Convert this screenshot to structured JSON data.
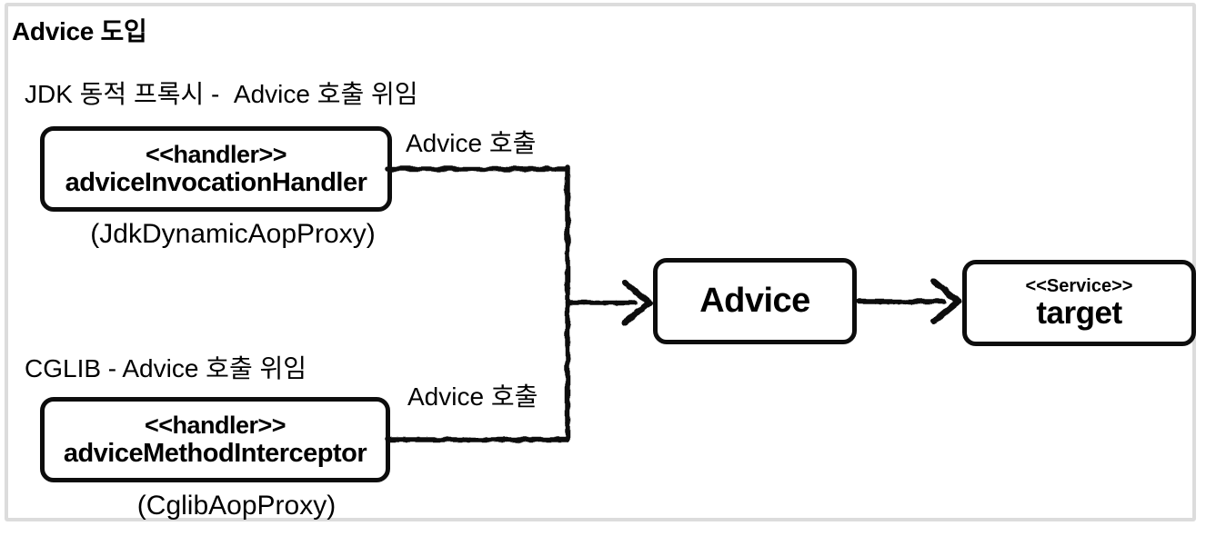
{
  "title": "Advice 도입",
  "jdk": {
    "section_label": "JDK 동적 프록시 -  Advice 호출 위임",
    "stereotype": "<<handler>>",
    "name": "adviceInvocationHandler",
    "caption": "(JdkDynamicAopProxy)",
    "arrow_label": "Advice 호출"
  },
  "cglib": {
    "section_label": "CGLIB - Advice 호출 위임",
    "stereotype": "<<handler>>",
    "name": "adviceMethodInterceptor",
    "caption": "(CglibAopProxy)",
    "arrow_label": "Advice 호출"
  },
  "advice": {
    "name": "Advice"
  },
  "target": {
    "stereotype": "<<Service>>",
    "name": "target"
  },
  "colors": {
    "line": "#111111",
    "node_border": "#0d0d0d",
    "frame_border": "#dcdcdc",
    "background": "#ffffff",
    "text": "#000000"
  }
}
